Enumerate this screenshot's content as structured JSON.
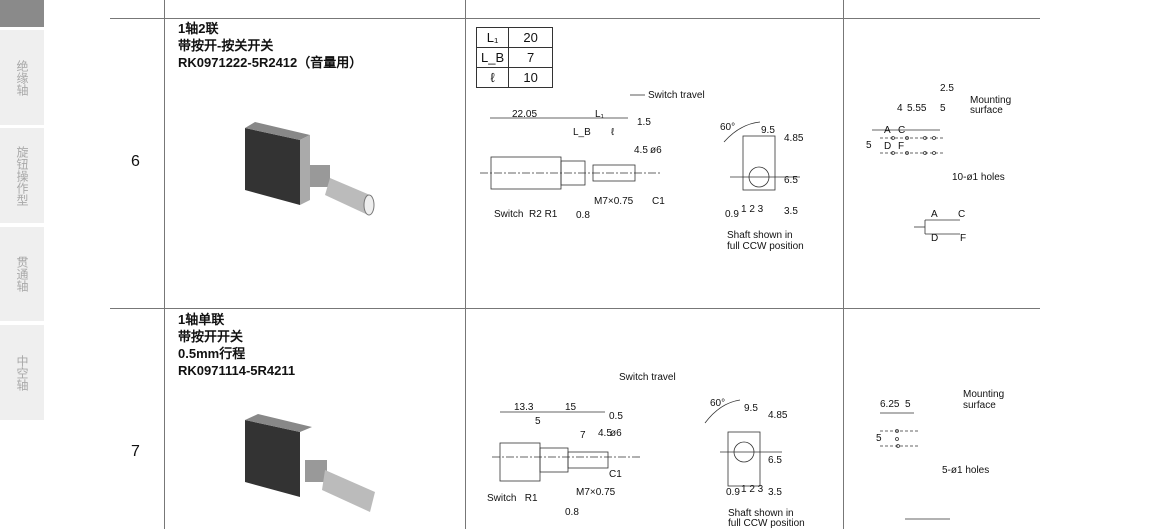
{
  "sidebar": {
    "tabs": [
      {
        "label": ""
      },
      {
        "label": "绝缘轴"
      },
      {
        "label": "旋钮操作型"
      },
      {
        "label": "贯通轴"
      },
      {
        "label": "中空轴"
      }
    ]
  },
  "rows": [
    {
      "number": "6",
      "title_lines": [
        "1轴2联",
        "带按开-按关开关",
        "RK0971222-5R2412（音量用）"
      ],
      "dim_table": [
        {
          "key": "L₁",
          "value": "20"
        },
        {
          "key": "L_B",
          "value": "7"
        },
        {
          "key": "ℓ",
          "value": "10"
        }
      ],
      "side_labels": {
        "switch_travel": "Switch travel",
        "d1": "22.05",
        "d2": "L₁",
        "d3": "1.5",
        "d4": "L_B",
        "d5": "ℓ",
        "d6": "4.5",
        "d7": "ø6",
        "thread": "M7×0.75",
        "chamfer": "C1",
        "pins": "Switch  R2 R1",
        "d8": "0.8"
      },
      "front_labels": {
        "angle": "60°",
        "w": "9.5",
        "h1": "4.85",
        "h2": "6.5",
        "h3": "3.5",
        "pin_nums": "1 2 3",
        "pitch": "0.9",
        "note1": "Shaft shown in",
        "note2": "full CCW position"
      },
      "pcb_labels": {
        "d1": "2.5",
        "d2": "4",
        "d3": "5.55",
        "d4": "5",
        "mount1": "Mounting",
        "mount2": "surface",
        "v": "5",
        "holes": "10-ø1 holes",
        "a": "A",
        "c": "C",
        "d": "D",
        "f": "F"
      }
    },
    {
      "number": "7",
      "title_lines": [
        "1轴单联",
        "带按开开关",
        "0.5mm行程",
        "RK0971114-5R4211"
      ],
      "side_labels": {
        "switch_travel": "Switch travel",
        "d1": "13.3",
        "d2": "15",
        "d3": "0.5",
        "d4": "5",
        "d5": "7",
        "d6": "4.5",
        "d7": "ø6",
        "thread": "M7×0.75",
        "chamfer": "C1",
        "pins": "Switch   R1",
        "d8": "0.8"
      },
      "front_labels": {
        "angle": "60°",
        "w": "9.5",
        "h1": "4.85",
        "h2": "6.5",
        "h3": "3.5",
        "pin_nums": "1 2 3",
        "pitch": "0.9",
        "note1": "Shaft shown in",
        "note2": "full CCW position"
      },
      "pcb_labels": {
        "d1": "6.25",
        "d2": "5",
        "mount1": "Mounting",
        "mount2": "surface",
        "v": "5",
        "holes": "5-ø1 holes"
      }
    }
  ]
}
